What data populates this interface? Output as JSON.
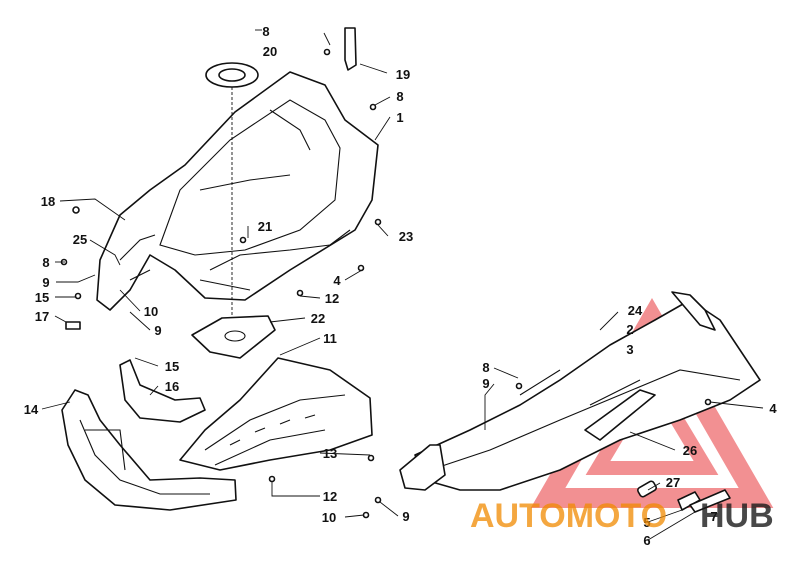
{
  "parts": [
    {
      "id": "p8a",
      "label": "8"
    },
    {
      "id": "p20",
      "label": "20"
    },
    {
      "id": "p19",
      "label": "19"
    },
    {
      "id": "p8b",
      "label": "8"
    },
    {
      "id": "p1",
      "label": "1"
    },
    {
      "id": "p18",
      "label": "18"
    },
    {
      "id": "p21",
      "label": "21"
    },
    {
      "id": "p23",
      "label": "23"
    },
    {
      "id": "p25",
      "label": "25"
    },
    {
      "id": "p8c",
      "label": "8"
    },
    {
      "id": "p9a",
      "label": "9"
    },
    {
      "id": "p4a",
      "label": "4"
    },
    {
      "id": "p15a",
      "label": "15"
    },
    {
      "id": "p12a",
      "label": "12"
    },
    {
      "id": "p10a",
      "label": "10"
    },
    {
      "id": "p17",
      "label": "17"
    },
    {
      "id": "p9b",
      "label": "9"
    },
    {
      "id": "p22",
      "label": "22"
    },
    {
      "id": "p11",
      "label": "11"
    },
    {
      "id": "p15b",
      "label": "15"
    },
    {
      "id": "p16",
      "label": "16"
    },
    {
      "id": "p14",
      "label": "14"
    },
    {
      "id": "p13",
      "label": "13"
    },
    {
      "id": "p12b",
      "label": "12"
    },
    {
      "id": "p10b",
      "label": "10"
    },
    {
      "id": "p9c",
      "label": "9"
    },
    {
      "id": "p24",
      "label": "24"
    },
    {
      "id": "p2",
      "label": "2"
    },
    {
      "id": "p3",
      "label": "3"
    },
    {
      "id": "p8d",
      "label": "8"
    },
    {
      "id": "p9d",
      "label": "9"
    },
    {
      "id": "p4b",
      "label": "4"
    },
    {
      "id": "p26",
      "label": "26"
    },
    {
      "id": "p27",
      "label": "27"
    },
    {
      "id": "p5",
      "label": "5"
    },
    {
      "id": "p6",
      "label": "6"
    },
    {
      "id": "p7",
      "label": "7"
    }
  ],
  "watermark": {
    "part1": "AUTOMOTO",
    "part2": "HUB",
    "color1": "#f08a00",
    "color2": "#1a1a1a",
    "accent": "#e8363a"
  }
}
